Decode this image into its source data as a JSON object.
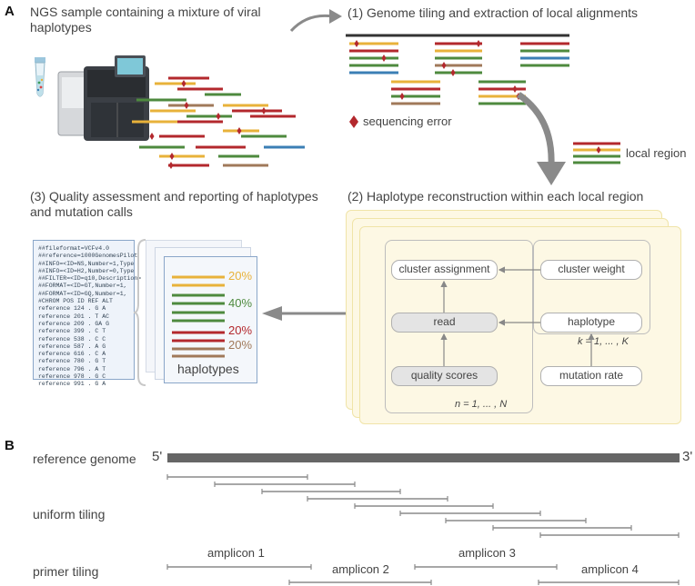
{
  "panel_a": {
    "letter": "A",
    "sample_title_line1": "NGS sample containing a mixture of viral",
    "sample_title_line2": "haplotypes",
    "step1_title": "(1) Genome tiling and extraction of local alignments",
    "seq_error_label": "sequencing error",
    "local_region_label": "local region",
    "step2_title": "(2) Haplotype reconstruction within each local region",
    "step3_title_line1": "(3) Quality assessment and reporting of haplotypes",
    "step3_title_line2": "and mutation calls",
    "vcf_lines": [
      "##fileformat=VCFv4.0",
      "##reference=1000GenomesPilot",
      "##INFO=<ID=NS,Number=1,Type",
      "##INFO=<ID=H2,Number=0,Type",
      "##FILTER=<ID=q10,Description=",
      "##FORMAT=<ID=GT,Number=1,",
      "##FORMAT=<ID=GQ,Number=1,",
      "#CHROM  POS  ID   REF   ALT",
      "reference  124  .    G     A",
      "reference  201  .    T     AC",
      "reference  209  .    GA    G",
      "reference  399  .    C     T",
      "reference  538  .    C     C",
      "reference  587  .    A     G",
      "reference  616  .    C     A",
      "reference  780  .    G     T",
      "reference  796  .    A     T",
      "reference  978  .    G     C",
      "reference  991  .    G     A"
    ],
    "haplotypes_label": "haplotypes",
    "haplotype_freqs": [
      "20%",
      "40%",
      "20%",
      "20%"
    ],
    "colors": {
      "red": "#b3282d",
      "green": "#4e8a3e",
      "yellow": "#e8b23a",
      "blue": "#3b7fb5",
      "brown": "#a0795a",
      "dark": "#333333",
      "plate_bg": "#fdf8e4",
      "plate_border": "#f0e4a8"
    },
    "model": {
      "cluster_assignment": "cluster assignment",
      "cluster_weight": "cluster weight",
      "read": "read",
      "haplotype": "haplotype",
      "quality_scores": "quality scores",
      "mutation_rate": "mutation rate",
      "plate_k": "k = 1, ... , K",
      "plate_n": "n = 1, ... , N"
    }
  },
  "panel_b": {
    "letter": "B",
    "reference_genome_label": "reference genome",
    "five_prime": "5'",
    "three_prime": "3'",
    "uniform_tiling_label": "uniform tiling",
    "primer_tiling_label": "primer tiling",
    "amplicons": [
      "amplicon 1",
      "amplicon 2",
      "amplicon 3",
      "amplicon 4"
    ]
  }
}
